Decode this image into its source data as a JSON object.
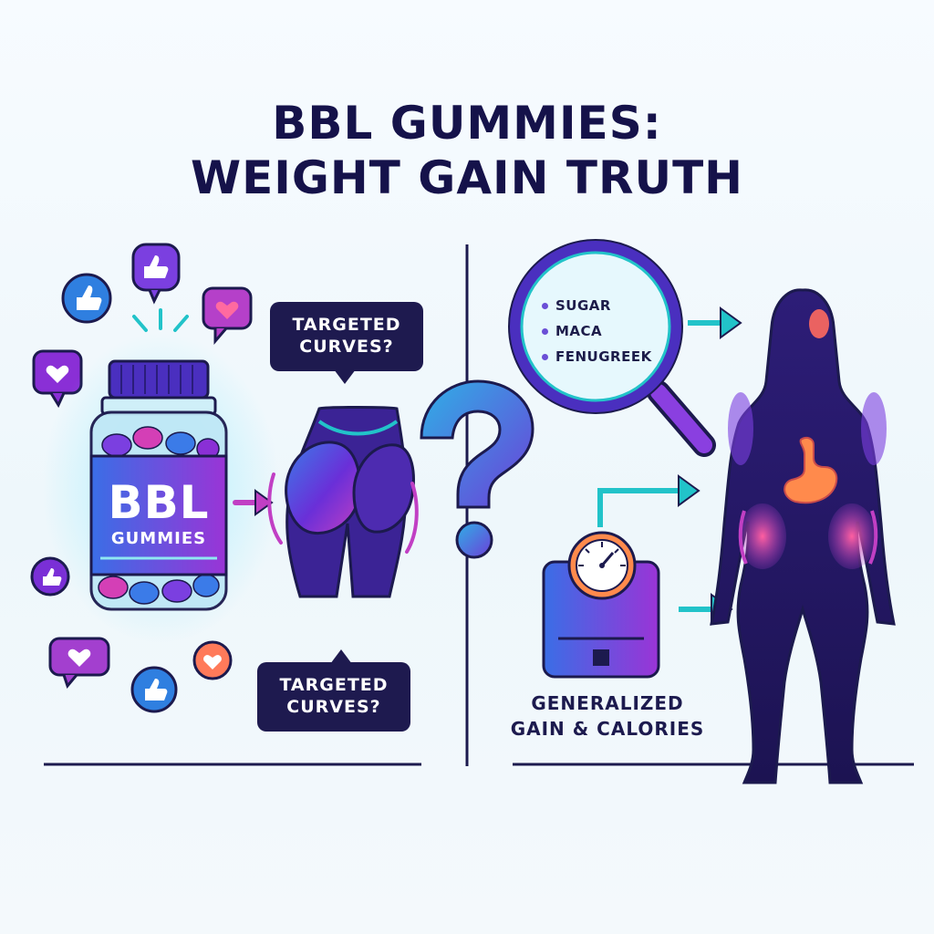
{
  "title": {
    "line1": "BBL GUMMIES:",
    "line2": "WEIGHT GAIN TRUTH"
  },
  "bottle": {
    "brand": "BBL",
    "name": "GUMMIES"
  },
  "bubbles": {
    "top_label": "TARGETED\nCURVES?",
    "bottom_label": "TARGETED\nCURVES?"
  },
  "ingredients": [
    "SUGAR",
    "MACA",
    "FENUGREEK"
  ],
  "scale_label": {
    "line1": "GENERALIZED",
    "line2": "GAIN & CALORIES"
  },
  "icons": [
    "thumbs-up-icon",
    "heart-icon",
    "question-mark-icon",
    "magnifier-icon",
    "scale-icon",
    "stomach-icon"
  ],
  "colors": {
    "navy": "#15124a",
    "purple": "#5b2bd6",
    "teal": "#22c3c9",
    "magenta": "#d43fb6",
    "blue": "#2f7fe0"
  }
}
